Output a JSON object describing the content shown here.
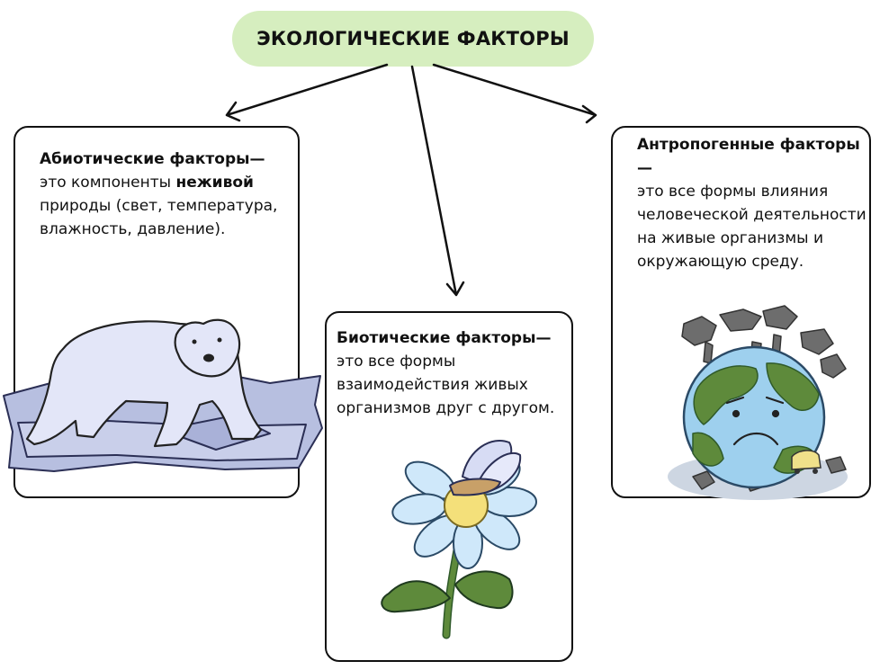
{
  "title": "ЭКОЛОГИЧЕСКИЕ ФАКТОРЫ",
  "abiotic": {
    "heading": "Абиотические факторы—",
    "text_before": "это компоненты ",
    "emphasis": "неживой",
    "text_after": " природы (свет, температура, влажность, давление)."
  },
  "biotic": {
    "heading": "Биотические факторы—",
    "text": "это все формы взаимодействия живых организмов друг с другом."
  },
  "anthropogenic": {
    "heading": "Антропогенные факторы—",
    "text": "это все формы влияния человеческой деятельности на живые организмы и окружающую среду."
  },
  "icons": {
    "abiotic": "polar-bear-on-ice-icon",
    "biotic": "flower-with-insect-icon",
    "anthropogenic": "polluted-earth-icon"
  },
  "colors": {
    "title_background": "#d6eebf",
    "ice": "#b7bfe0",
    "bear": "#e3e6f8",
    "petal": "#cfe8fa",
    "earth_land": "#5e8a3b",
    "earth_water": "#9ed0ee",
    "smoke": "#6d6d6d"
  }
}
